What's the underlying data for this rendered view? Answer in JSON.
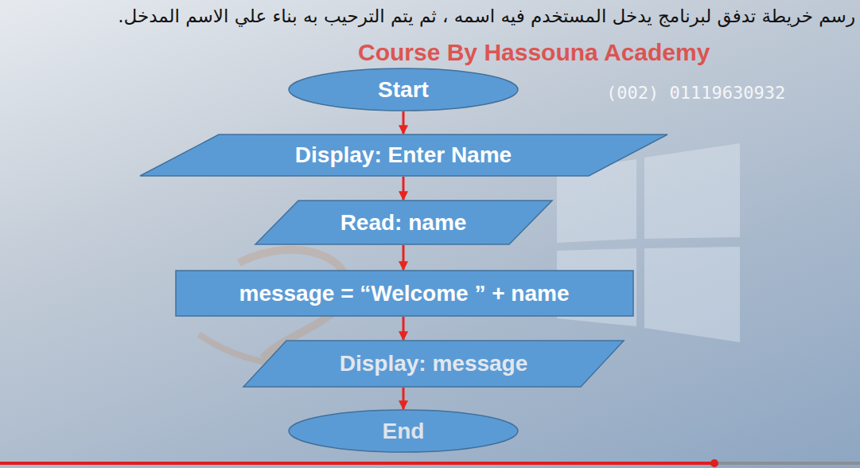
{
  "diagram": {
    "title": "رسم خريطة تدفق لبرنامج يدخل المستخدم فيه اسمه ، ثم يتم الترحيب به بناء علي الاسم المدخل.",
    "nodes": [
      {
        "text": [
          "Start"
        ]
      },
      {
        "text": [
          "Display: Enter Name"
        ]
      },
      {
        "text": [
          "Read: name"
        ]
      },
      {
        "text": [
          "message = “Welcome ” + name"
        ]
      },
      {
        "text": [
          "Display: message"
        ]
      },
      {
        "text": [
          "End"
        ]
      }
    ],
    "edges": [
      {
        "from": 0,
        "to": 1,
        "arrow": "to"
      },
      {
        "from": 1,
        "to": 2,
        "arrow": "to"
      },
      {
        "from": 2,
        "to": 3,
        "arrow": "to"
      },
      {
        "from": 3,
        "to": 4,
        "arrow": "to"
      },
      {
        "from": 4,
        "to": 5,
        "arrow": "to"
      }
    ],
    "labels": [
      "Course By Hassouna Academy",
      "(002) 01119630932"
    ]
  }
}
